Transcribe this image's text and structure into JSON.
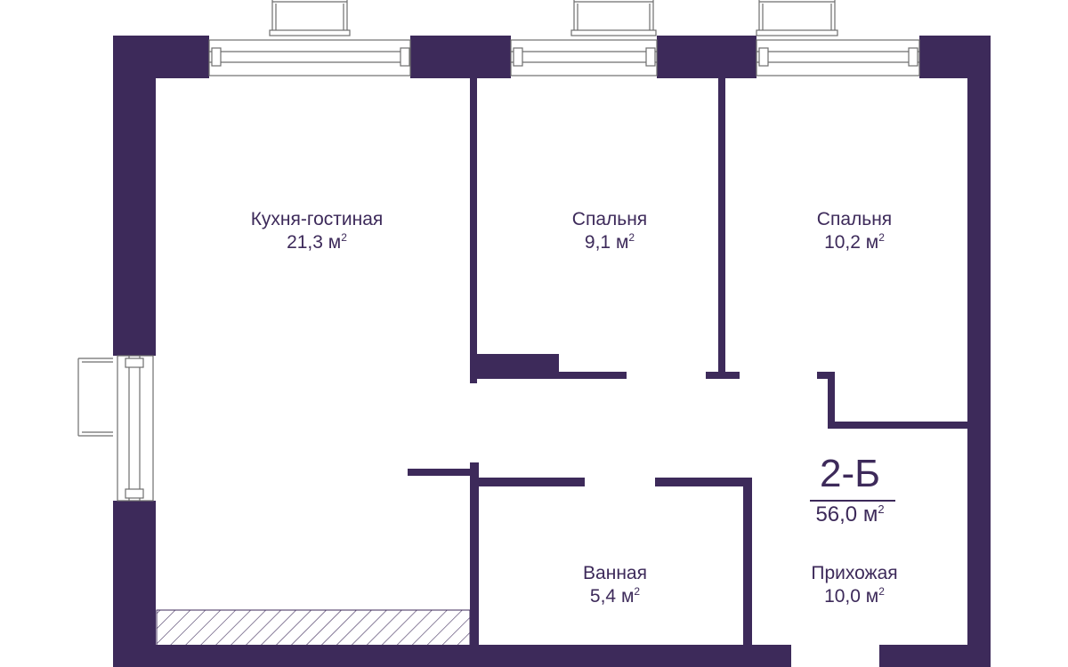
{
  "plan": {
    "wall_color": "#3d2a5a",
    "window_color": "#6e6e6e",
    "background": "#ffffff"
  },
  "unit": {
    "code": "2-Б",
    "total_area": "56,0 м",
    "area_sup": "2"
  },
  "rooms": [
    {
      "name": "Кухня-гостиная",
      "area": "21,3 м",
      "sup": "2"
    },
    {
      "name": "Спальня",
      "area": "9,1 м",
      "sup": "2"
    },
    {
      "name": "Спальня",
      "area": "10,2 м",
      "sup": "2"
    },
    {
      "name": "Ванная",
      "area": "5,4 м",
      "sup": "2"
    },
    {
      "name": "Прихожая",
      "area": "10,0 м",
      "sup": "2"
    }
  ]
}
